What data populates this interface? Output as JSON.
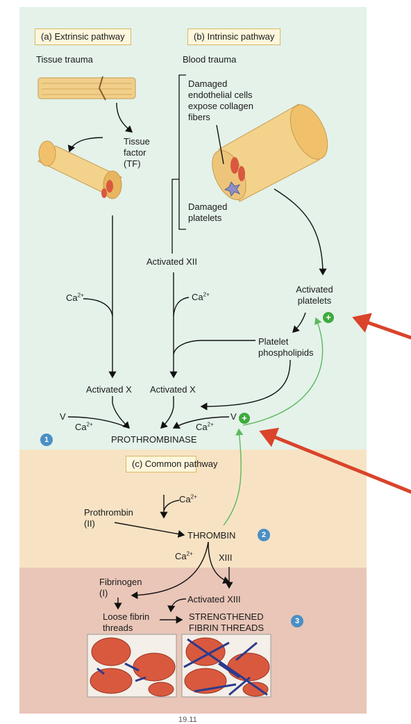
{
  "labels": {
    "extrinsic_title": "(a) Extrinsic pathway",
    "intrinsic_title": "(b) Intrinsic pathway",
    "common_title": "(c) Common pathway",
    "tissue_trauma": "Tissue trauma",
    "blood_trauma": "Blood trauma",
    "tissue_factor": "Tissue factor (TF)",
    "damaged_endothelial": "Damaged endothelial cells expose collagen fibers",
    "damaged_platelets": "Damaged platelets",
    "activated_xii": "Activated XII",
    "activated_platelets": "Activated platelets",
    "platelet_phospholipids": "Platelet phospholipids",
    "ca_left": "Ca",
    "ca_mid": "Ca",
    "ca_sup": "2+",
    "activated_x_left": "Activated X",
    "activated_x_right": "Activated X",
    "v_left": "V",
    "v_right": "V",
    "ca_prothrombinase_left": "Ca",
    "ca_prothrombinase_right": "Ca",
    "prothrombinase": "PROTHROMBINASE",
    "ca_common": "Ca",
    "prothrombin": "Prothrombin (II)",
    "thrombin": "THROMBIN",
    "ca_thrombin": "Ca",
    "xiii": "XIII",
    "fibrinogen": "Fibrinogen (I)",
    "activated_xiii": "Activated XIII",
    "loose_fibrin": "Loose fibrin threads",
    "strengthened": "STRENGTHENED FIBRIN THREADS",
    "plus": "+",
    "step1": "1",
    "step2": "2",
    "step3": "3",
    "footer": "19.11"
  },
  "colors": {
    "top_bg": "#e4f2ea",
    "mid_bg": "#f7e3c4",
    "bottom_bg": "#e9c6b8",
    "arrow_black": "#111111",
    "arrow_green": "#5cb85c",
    "arrow_red": "#d9442a",
    "badge_blue": "#4a8fc4",
    "vessel_fill": "#f3d38b",
    "rbc": "#d9593f"
  }
}
